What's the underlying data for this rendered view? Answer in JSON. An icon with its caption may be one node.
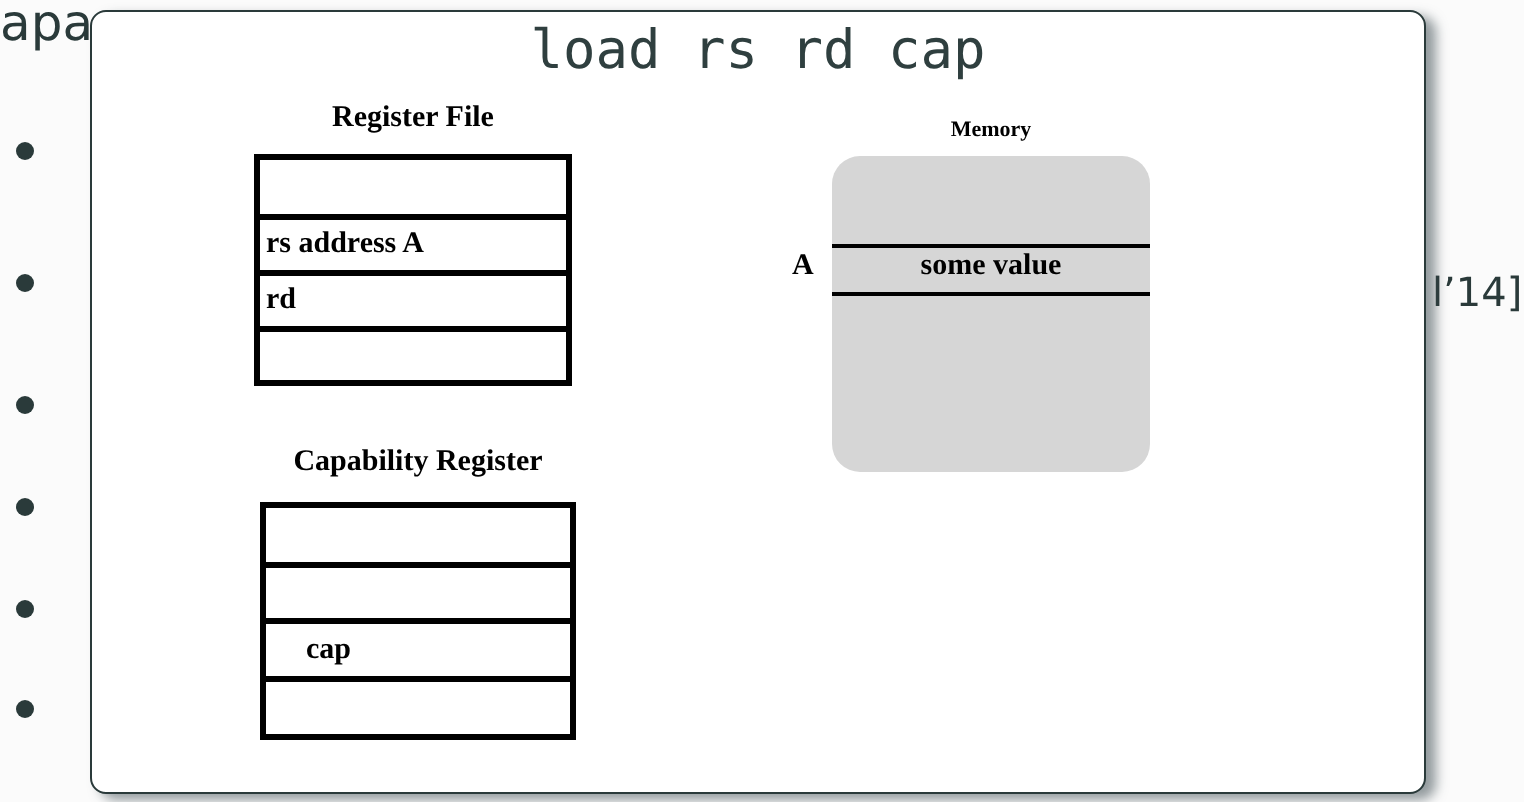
{
  "diagram": {
    "title": "load rs rd cap",
    "nodes": [
      {
        "text": [
          "Register File"
        ]
      },
      {
        "text": [],
        "shape": "box",
        "in": 0
      },
      {
        "text": [
          "rs address A"
        ],
        "in": 0
      },
      {
        "text": [
          "rd"
        ],
        "in": 0
      },
      {
        "text": [],
        "shape": "box",
        "in": 0
      },
      {
        "text": [
          "Capability Register"
        ]
      },
      {
        "text": [],
        "shape": "box",
        "in": 5
      },
      {
        "text": [],
        "shape": "box",
        "in": 5
      },
      {
        "text": [
          "cap"
        ],
        "in": 5
      },
      {
        "text": [],
        "shape": "box",
        "in": 5
      },
      {
        "text": [
          "Memory"
        ]
      },
      {
        "text": [
          "some value"
        ],
        "in": 10,
        "beside": [
          "A"
        ]
      }
    ],
    "labels": [
      "apa",
      "l’14]"
    ]
  }
}
